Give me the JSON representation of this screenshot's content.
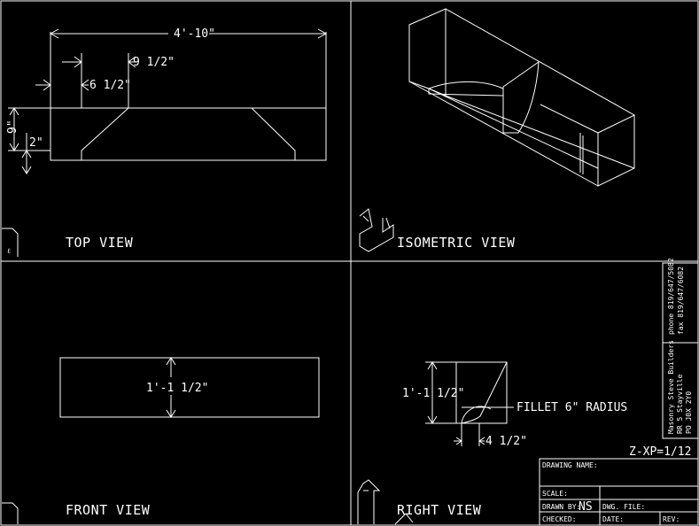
{
  "views": {
    "top": "TOP VIEW",
    "isometric": "ISOMETRIC VIEW",
    "front": "FRONT VIEW",
    "right": "RIGHT VIEW"
  },
  "dims": {
    "overall_length": "4'-10\"",
    "nine_half": "9 1/2\"",
    "six_half": "6 1/2\"",
    "top_nine": "9\"",
    "top_two": "2\"",
    "front_height": "1'-1 1/2\"",
    "right_height": "1'-1 1/2\"",
    "fillet_note": "FILLET 6\" RADIUS",
    "four_half": "4 1/2\""
  },
  "side_info": {
    "company": "Masonry Steve Builders",
    "address1": "RR 5 Stayville",
    "address2": "PO J0X 2Y0",
    "phone": "phone 819/647/5082",
    "fax": "fax 819/647/6082"
  },
  "scale_note": "Z-XP=1/12",
  "title_block": {
    "drawing_name": "DRAWING NAME:",
    "scale": "SCALE:",
    "drawn_by": "DRAWN BY:",
    "drawn_by_value": "NS",
    "dwg_file": "DWG. FILE:",
    "checked": "CHECKED:",
    "date": "DATE:",
    "rev": "REV:"
  }
}
